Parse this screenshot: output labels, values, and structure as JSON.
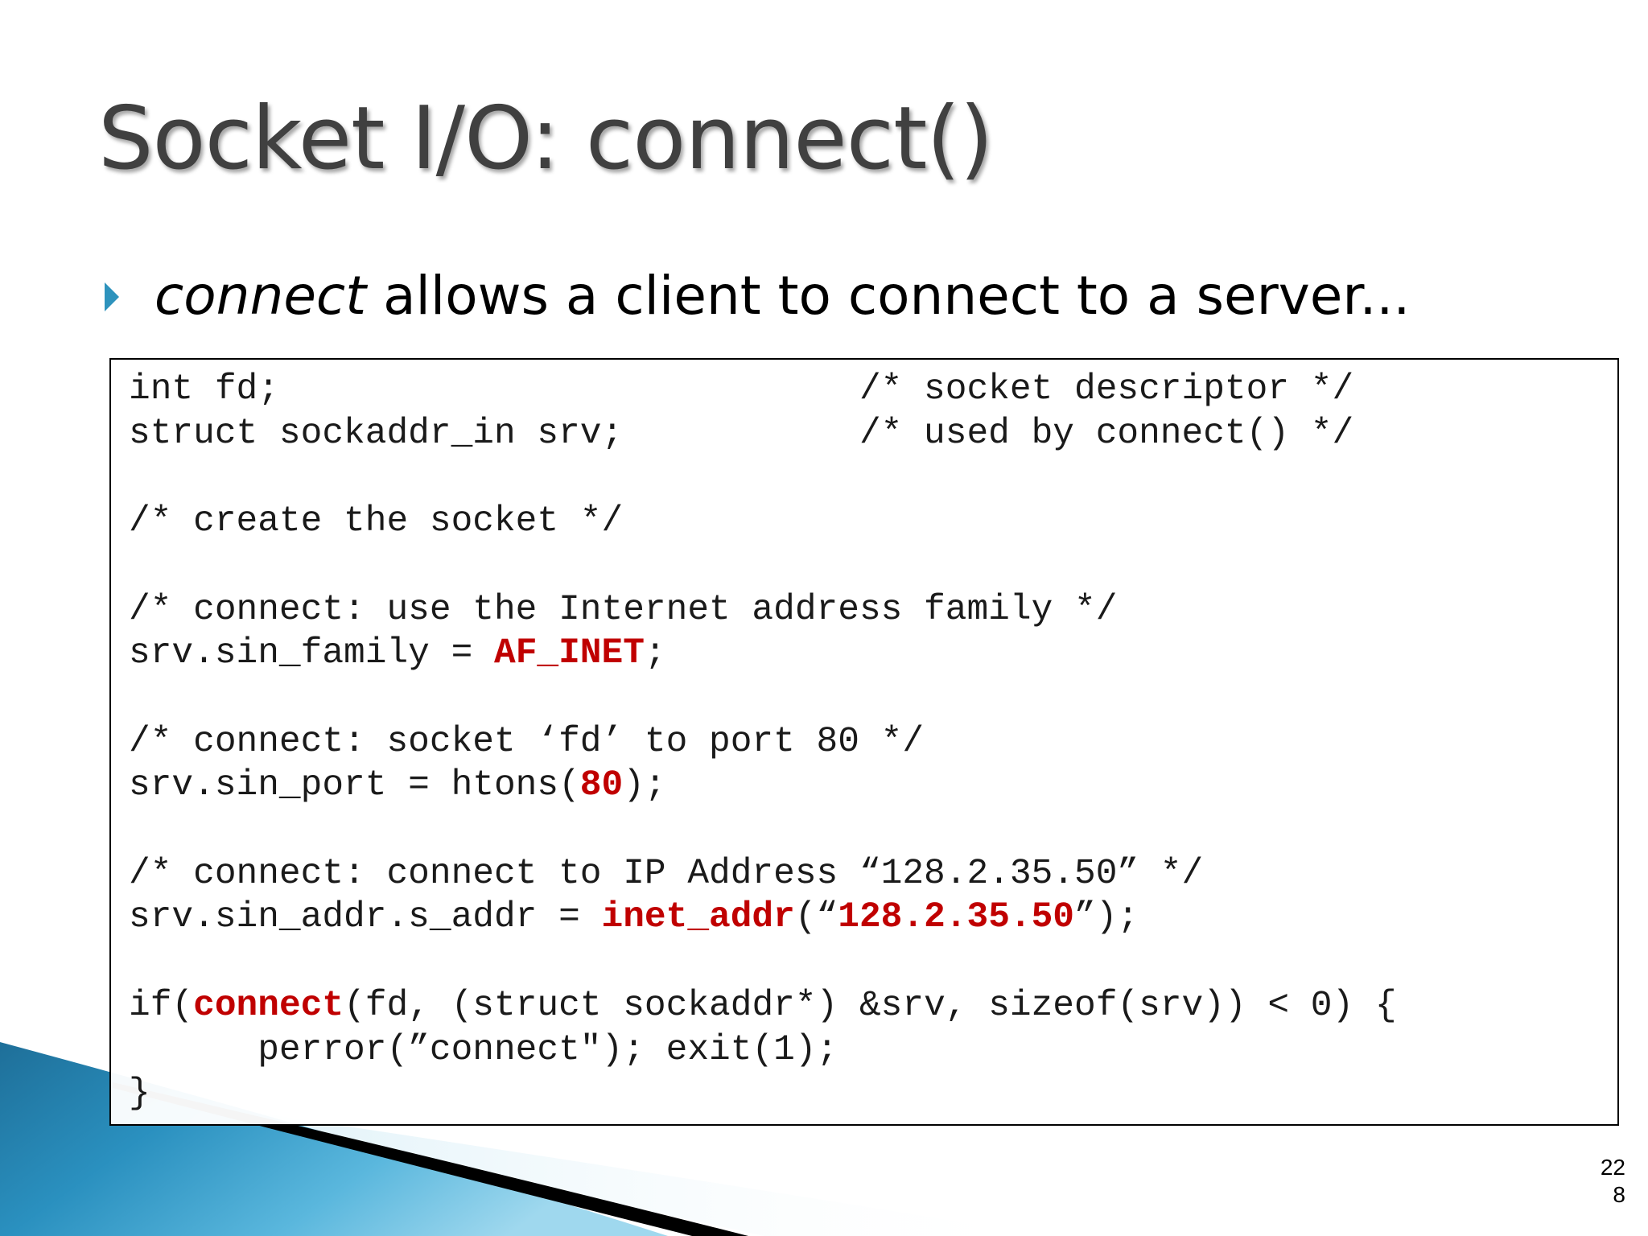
{
  "slide": {
    "title": "Socket I/O: connect()",
    "bullet": {
      "emphasis": "connect",
      "text": " allows a client to connect to a server..."
    },
    "code": {
      "line1": "int fd;                           /* socket descriptor */",
      "line2": "struct sockaddr_in srv;           /* used by connect() */",
      "line3": "",
      "line4": "/* create the socket */",
      "line5": "",
      "line6": "/* connect: use the Internet address family */",
      "line7_pre": "srv.sin_family = ",
      "line7_kw": "AF_INET",
      "line7_post": ";",
      "line8": "",
      "line9": "/* connect: socket ‘fd’ to port 80 */",
      "line10_pre": "srv.sin_port = htons(",
      "line10_kw": "80",
      "line10_post": ");",
      "line11": "",
      "line12": "/* connect: connect to IP Address “128.2.35.50” */",
      "line13_pre": "srv.sin_addr.s_addr = ",
      "line13_kw1": "inet_addr",
      "line13_mid": "(“",
      "line13_kw2": "128.2.35.50",
      "line13_post": "”);",
      "line14": "",
      "line15_pre": "if(",
      "line15_kw": "connect",
      "line15_post": "(fd, (struct sockaddr*) &srv, sizeof(srv)) < 0) {",
      "line16": "      perror(”connect\"); exit(1);",
      "line17": "}"
    },
    "page_number": {
      "line1": "22",
      "line2": "8"
    }
  },
  "colors": {
    "title": "#404040",
    "bullet_arrow": "#2e93bd",
    "keyword": "#c00000",
    "swoosh_blue": "#2a90bf",
    "swoosh_light": "#7cc6e4"
  }
}
